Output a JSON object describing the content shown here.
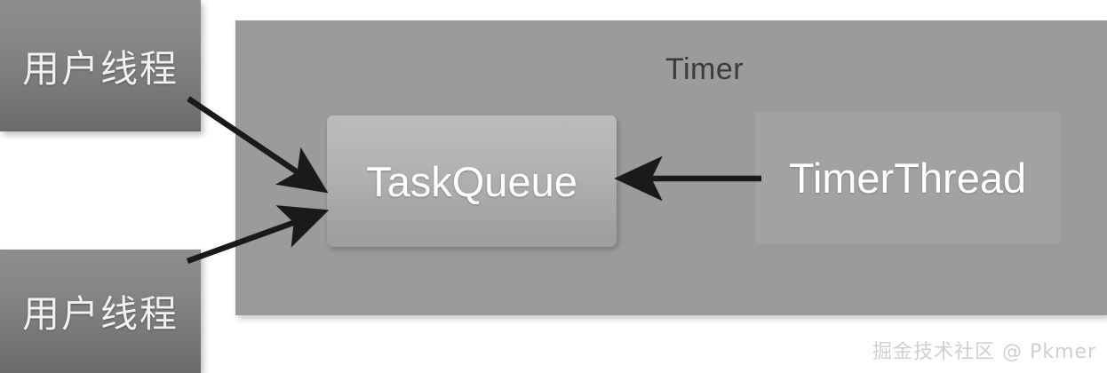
{
  "diagram": {
    "title": "Timer",
    "container": {
      "label": "Timer",
      "color": "#9b9b9b"
    },
    "nodes": [
      {
        "id": "user-thread-top",
        "label": "用户线程",
        "color": "#858585"
      },
      {
        "id": "user-thread-bottom",
        "label": "用户线程",
        "color": "#858585"
      },
      {
        "id": "task-queue",
        "label": "TaskQueue",
        "color": "#b2b2b2"
      },
      {
        "id": "timer-thread",
        "label": "TimerThread",
        "color": "#a2a2a2"
      }
    ],
    "edges": [
      {
        "from": "user-thread-top",
        "to": "task-queue",
        "style": "solid-arrow"
      },
      {
        "from": "user-thread-bottom",
        "to": "task-queue",
        "style": "solid-arrow"
      },
      {
        "from": "timer-thread",
        "to": "task-queue",
        "style": "solid-arrow"
      }
    ],
    "arrow_color": "#1a1a1a"
  },
  "watermark": {
    "text": "掘金技术社区 @ Pkmer",
    "color": "#cfcfcf"
  }
}
